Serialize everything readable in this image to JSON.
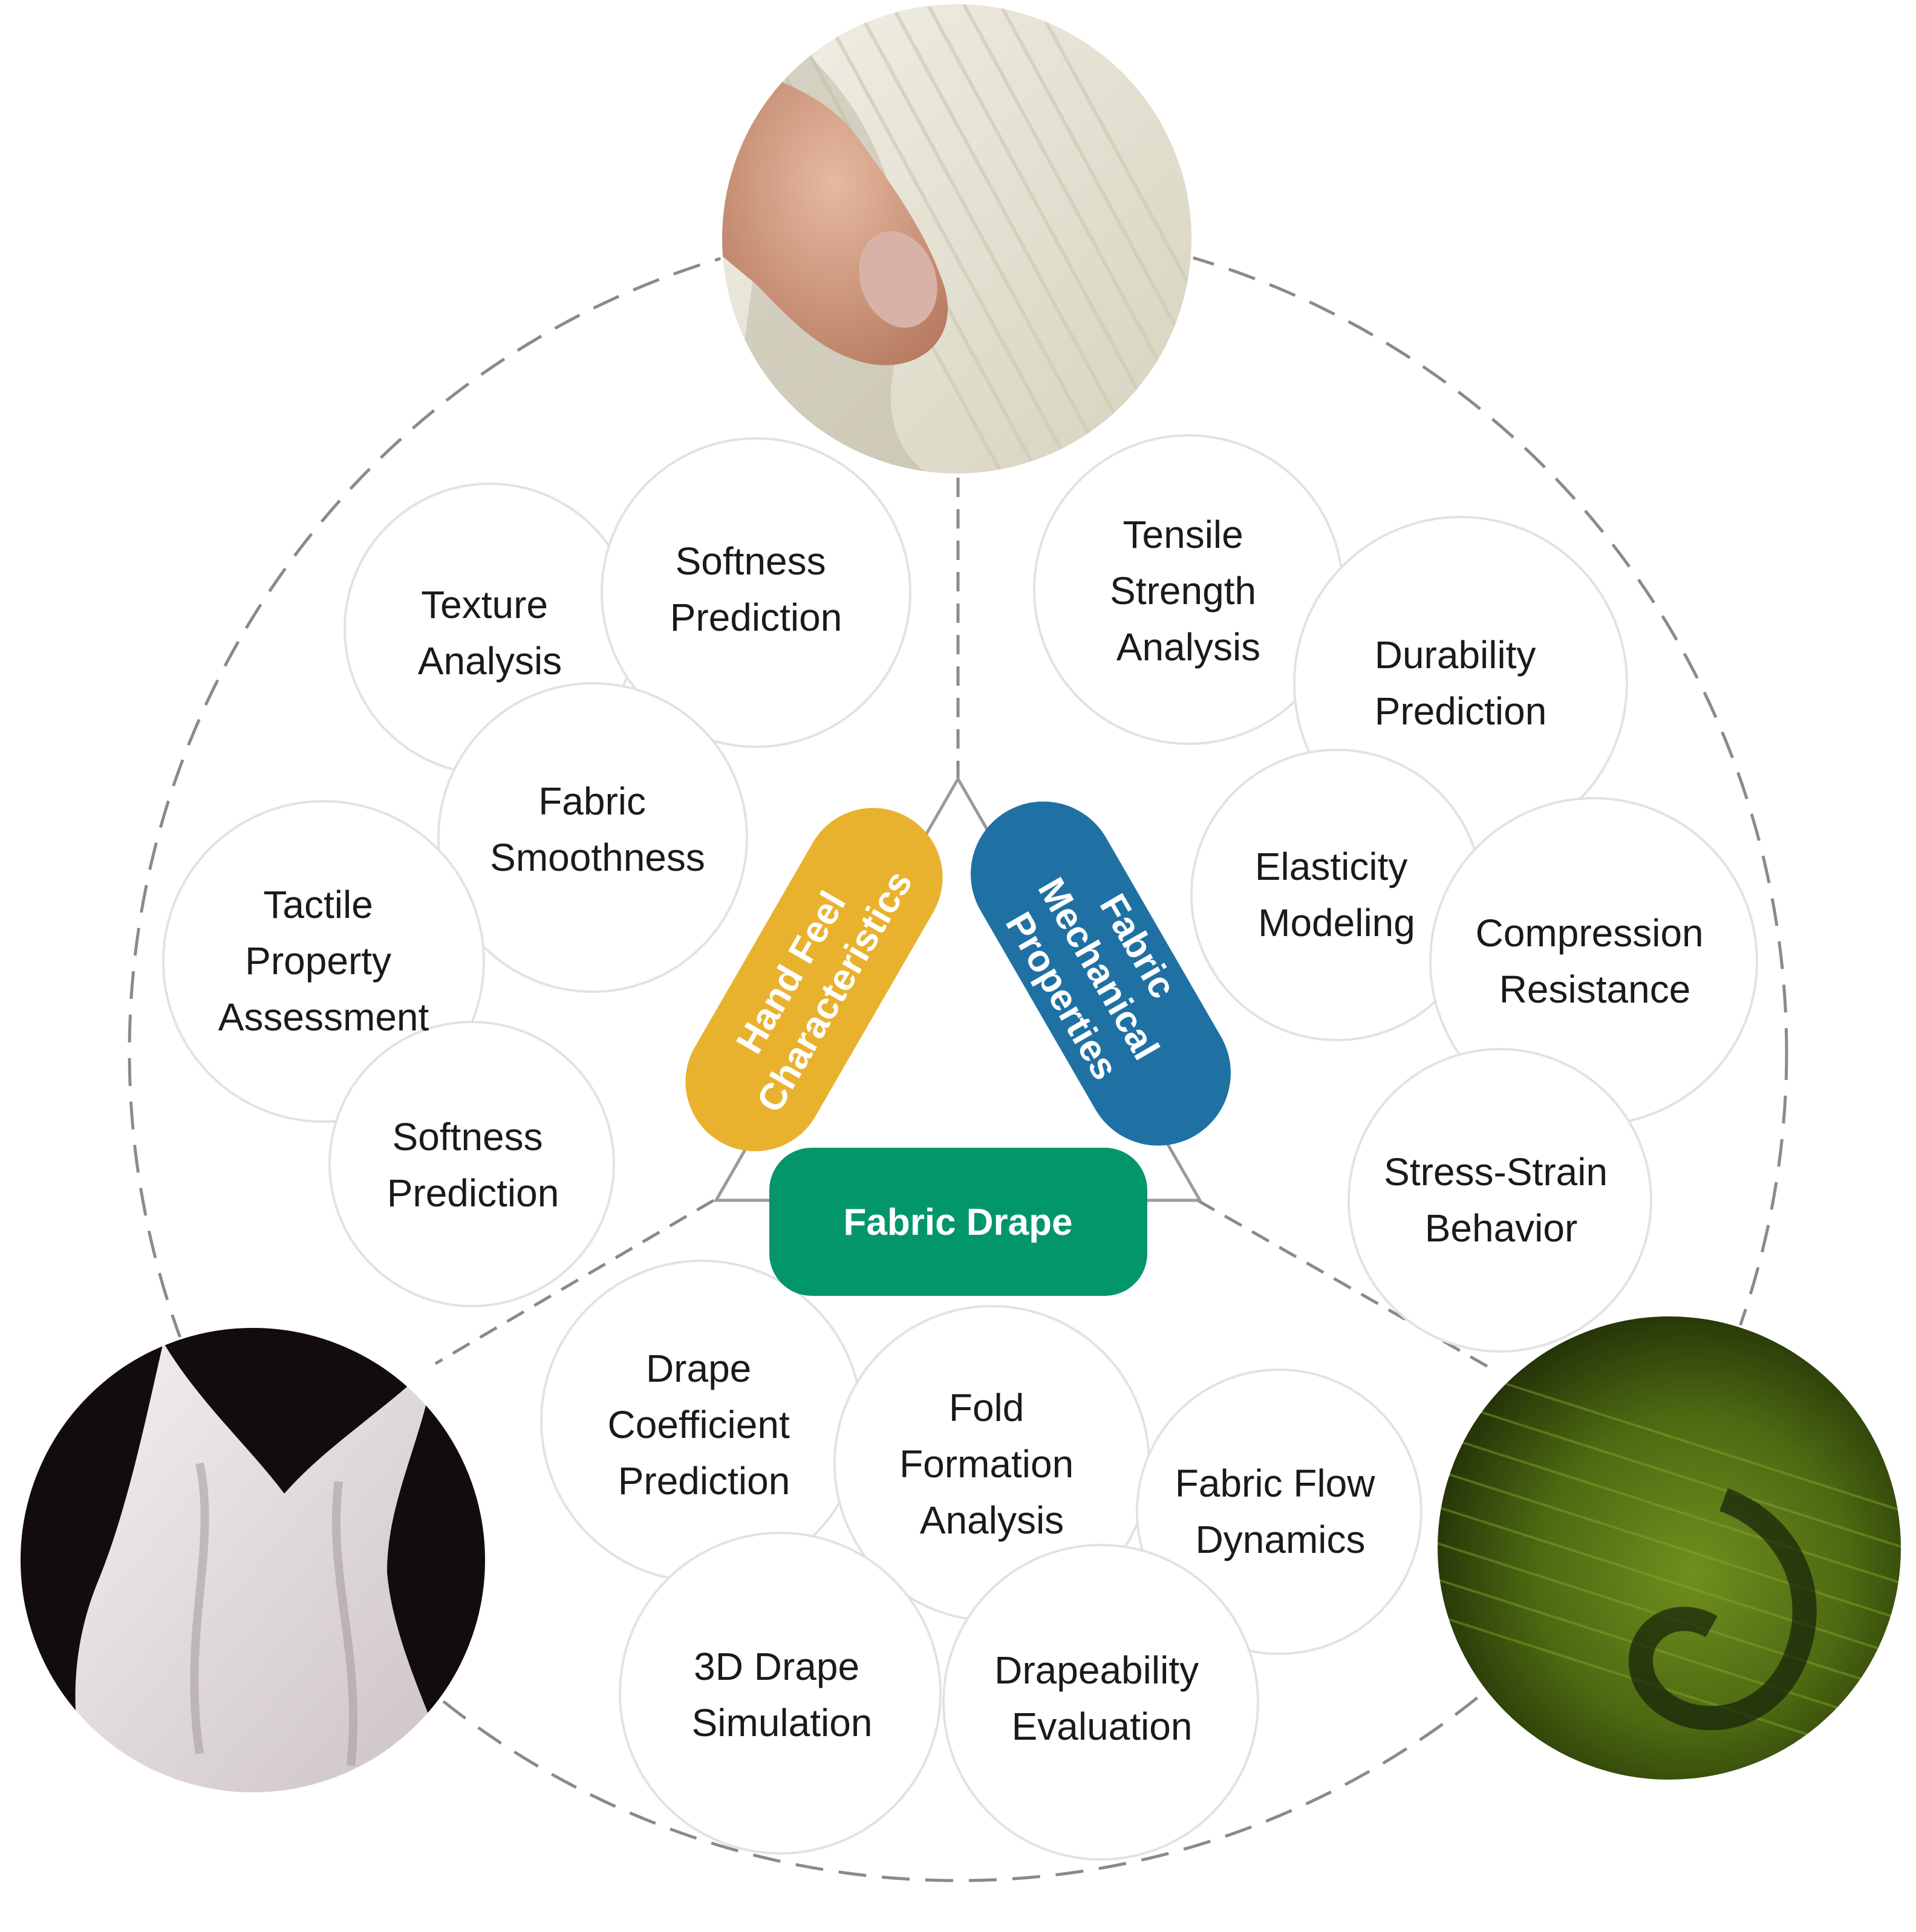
{
  "categories": {
    "hand_feel": {
      "lines": [
        "Hand Feel",
        "Characteristics"
      ],
      "color": "#E9B22E"
    },
    "mechanical": {
      "lines": [
        "Fabric",
        "Mechanical",
        "Properties"
      ],
      "color": "#1F71A4"
    },
    "drape": {
      "lines": [
        "Fabric Drape"
      ],
      "color": "#03966B"
    }
  },
  "bubbles": {
    "texture_analysis": [
      "Texture",
      "Analysis"
    ],
    "softness_prediction_top": [
      "Softness",
      "Prediction"
    ],
    "fabric_smoothness": [
      "Fabric",
      "Smoothness"
    ],
    "tactile_property": [
      "Tactile",
      "Property",
      "Assessment"
    ],
    "softness_prediction_bottom": [
      "Softness",
      "Prediction"
    ],
    "tensile_strength": [
      "Tensile",
      "Strength",
      "Analysis"
    ],
    "durability_prediction": [
      "Durability",
      "Prediction"
    ],
    "elasticity_modeling": [
      "Elasticity",
      "Modeling"
    ],
    "compression_resistance": [
      "Compression",
      "Resistance"
    ],
    "stress_strain": [
      "Stress-Strain",
      "Behavior"
    ],
    "drape_coefficient": [
      "Drape",
      "Coefficient",
      "Prediction"
    ],
    "fold_formation": [
      "Fold",
      "Formation",
      "Analysis"
    ],
    "fabric_flow": [
      "Fabric Flow",
      "Dynamics"
    ],
    "drape_simulation": [
      "3D Drape",
      "Simulation"
    ],
    "drapeability": [
      "Drapeability",
      "Evaluation"
    ]
  },
  "photos": {
    "top": "hand-feel-fabric-photo",
    "left": "draped-white-fabric-photo",
    "right": "green-twill-fabric-photo"
  },
  "colors": {
    "dashed_outline": "#8a8a8a",
    "bubble_stroke": "#e2e2e2"
  }
}
